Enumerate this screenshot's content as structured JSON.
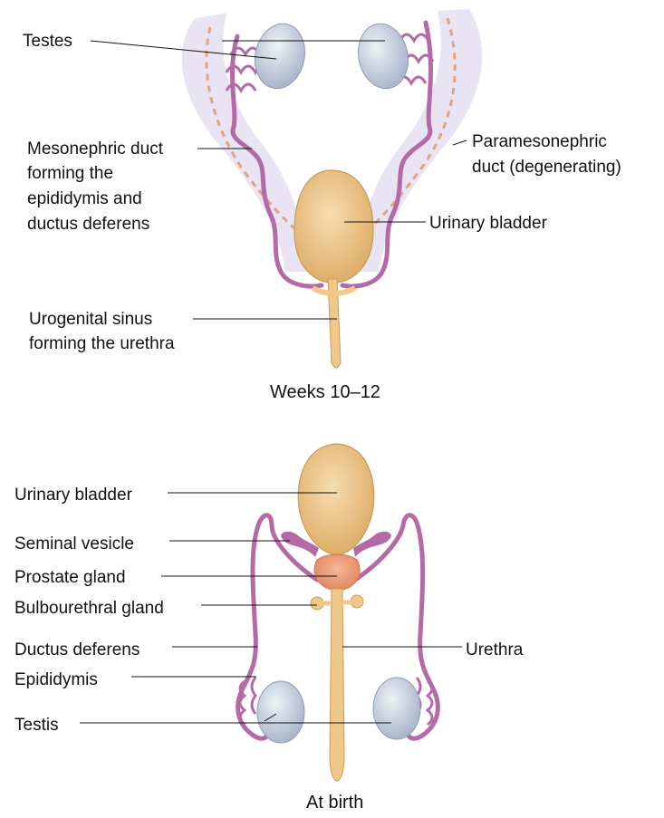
{
  "top": {
    "caption": "Weeks 10–12",
    "labels": {
      "testes": "Testes",
      "mesonephric_1": "Mesonephric duct",
      "mesonephric_2": "forming the",
      "mesonephric_3": "epididymis and",
      "mesonephric_4": "ductus deferens",
      "paramesonephric_1": "Paramesonephric",
      "paramesonephric_2": "duct (degenerating)",
      "urinary_bladder": "Urinary bladder",
      "urogenital_1": "Urogenital sinus",
      "urogenital_2": "forming the urethra"
    }
  },
  "bottom": {
    "caption": "At birth",
    "labels": {
      "urinary_bladder": "Urinary bladder",
      "seminal_vesicle": "Seminal vesicle",
      "prostate_gland": "Prostate gland",
      "bulbourethral_gland": "Bulbourethral gland",
      "ductus_deferens": "Ductus deferens",
      "epididymis": "Epididymis",
      "testis": "Testis",
      "urethra": "Urethra"
    }
  },
  "colors": {
    "duct": "#b46aa6",
    "bladder": "#f0c98a",
    "testis": "#c9d3e2",
    "prostate": "#ec9a76",
    "membrane": "#e6e1f2"
  }
}
